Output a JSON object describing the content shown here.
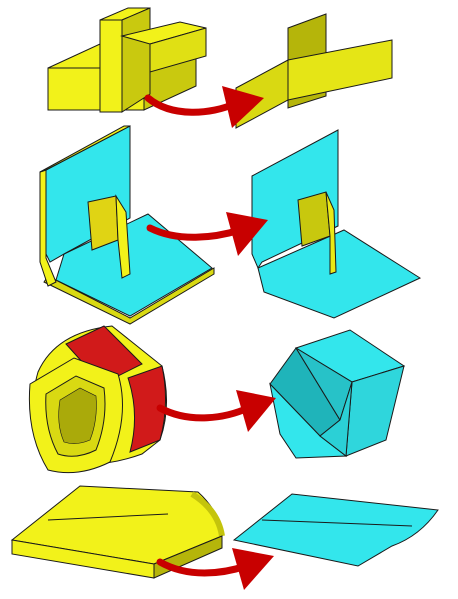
{
  "diagram": {
    "colors": {
      "solid": "#f2f21a",
      "solid_dark": "#b5b50a",
      "solid_shade": "#d9d912",
      "sheet": "#33e6ec",
      "sheet_dark": "#1fb4ba",
      "sheet_shade": "#29c8cf",
      "thickness": "#d11a1a",
      "arrow": "#c80000",
      "stroke": "#1a1a1a",
      "background": "#ffffff"
    },
    "rows": [
      {
        "id": "t-section",
        "from": "solid-part",
        "to": "midsurface"
      },
      {
        "id": "angle-bracket",
        "from": "solid-part",
        "to": "midsurface"
      },
      {
        "id": "hollow-tube",
        "from": "solid-part",
        "to": "midsurface"
      },
      {
        "id": "curved-plate",
        "from": "solid-part",
        "to": "midsurface"
      }
    ]
  }
}
